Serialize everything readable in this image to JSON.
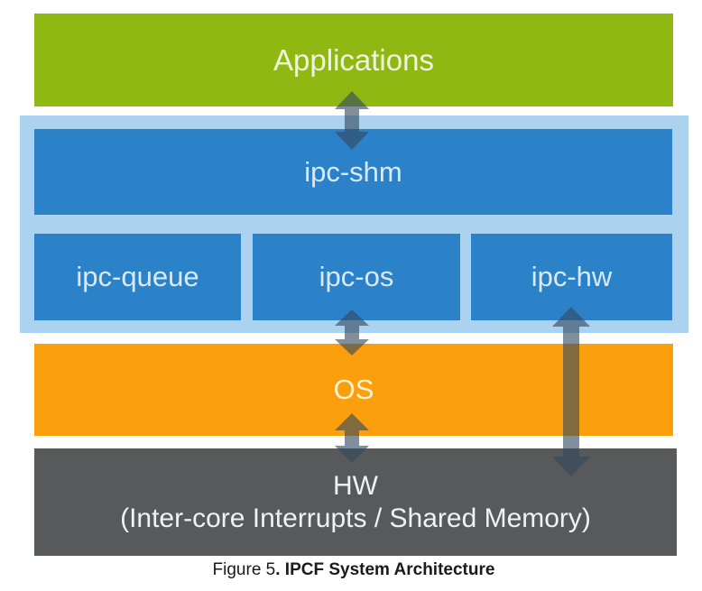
{
  "diagram": {
    "title_context": "IPCF layered software stack",
    "blocks": {
      "applications": {
        "label": "Applications",
        "bg_color": "#8FB812",
        "text_color": "#F0F3DE"
      },
      "ipc_shm": {
        "label": "ipc-shm",
        "bg_color": "#2C82C9",
        "text_color": "#D8EAF8"
      },
      "ipc_queue": {
        "label": "ipc-queue",
        "bg_color": "#2C82C9",
        "text_color": "#D8EAF8"
      },
      "ipc_os": {
        "label": "ipc-os",
        "bg_color": "#2C82C9",
        "text_color": "#D8EAF8"
      },
      "ipc_hw": {
        "label": "ipc-hw",
        "bg_color": "#2C82C9",
        "text_color": "#D8EAF8"
      },
      "os": {
        "label": "OS",
        "bg_color": "#FBA00C",
        "text_color": "#FDF3D9"
      },
      "hw": {
        "label_line1": "HW",
        "label_line2": "(Inter-core Interrupts / Shared Memory)",
        "bg_color": "#58595B",
        "text_color": "#F1F1F1"
      }
    },
    "library_container_color": "#ABD3EF",
    "arrow_color": "rgba(52,73,94,0.62)",
    "arrows": [
      {
        "name": "applications-ipc-shm",
        "type": "double-headed-vertical",
        "from": "Applications",
        "to": "ipc-shm"
      },
      {
        "name": "ipc-os-os",
        "type": "double-headed-vertical",
        "from": "ipc-os",
        "to": "OS"
      },
      {
        "name": "os-hw",
        "type": "double-headed-vertical",
        "from": "OS",
        "to": "HW"
      },
      {
        "name": "ipc-hw-hw",
        "type": "double-headed-vertical",
        "from": "ipc-hw",
        "to": "HW"
      }
    ]
  },
  "caption": {
    "prefix": "Figure 5",
    "title": ". IPCF System Architecture"
  }
}
